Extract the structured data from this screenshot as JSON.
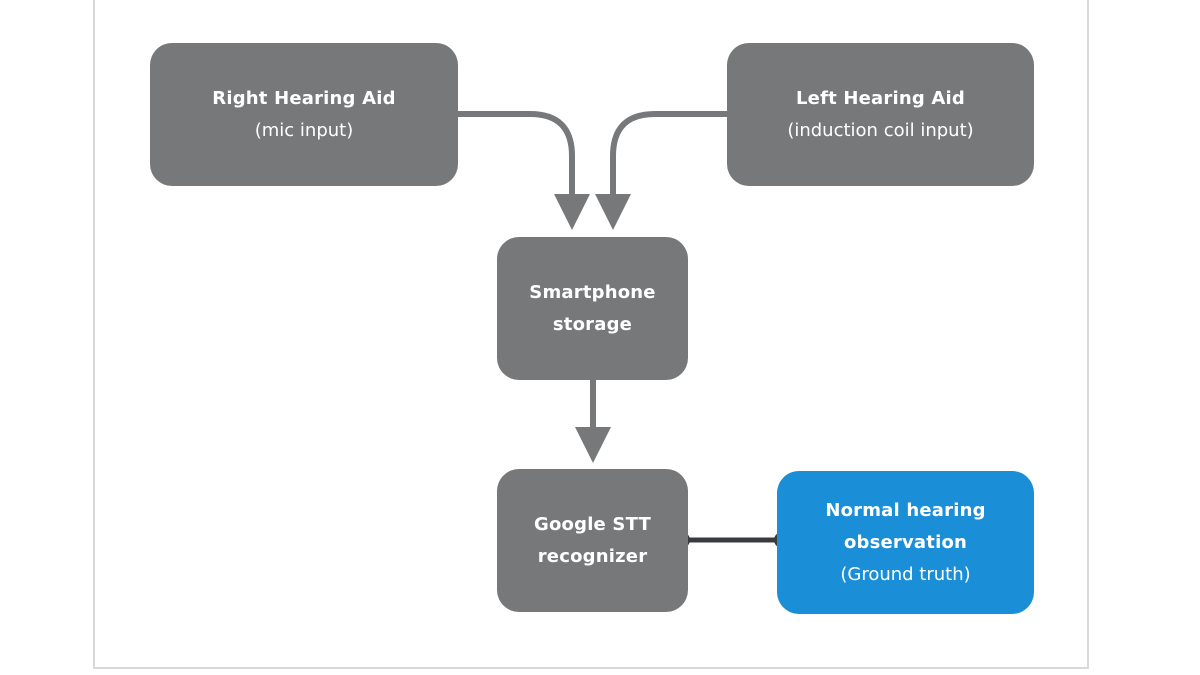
{
  "colors": {
    "node_fill": "#76787a",
    "highlight_fill": "#1a8fd8",
    "connector": "#76787a",
    "link": "#3a3b3d"
  },
  "nodes": {
    "right_aid": {
      "title": "Right Hearing Aid",
      "sub": "(mic input)"
    },
    "left_aid": {
      "title": "Left Hearing Aid",
      "sub": "(induction coil input)"
    },
    "smartphone": {
      "title_line1": "Smartphone",
      "title_line2": "storage"
    },
    "stt": {
      "title_line1": "Google STT",
      "title_line2": "recognizer"
    },
    "normal": {
      "title_line1": "Normal hearing",
      "title_line2": "observation",
      "sub": "(Ground truth)"
    }
  }
}
